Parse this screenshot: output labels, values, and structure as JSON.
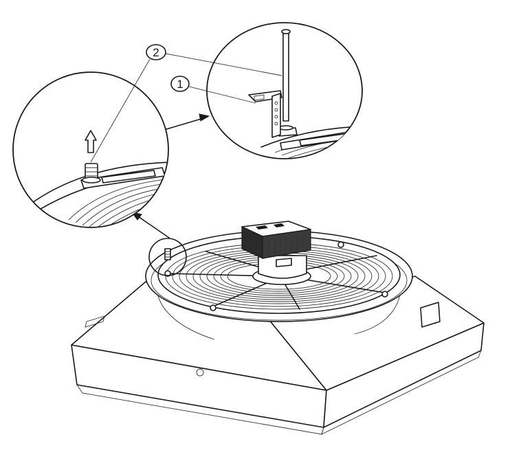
{
  "callouts": [
    {
      "id": "1",
      "label": "1"
    },
    {
      "id": "2",
      "label": "2"
    }
  ],
  "colors": {
    "line": "#1a1a1a",
    "background": "#ffffff"
  }
}
